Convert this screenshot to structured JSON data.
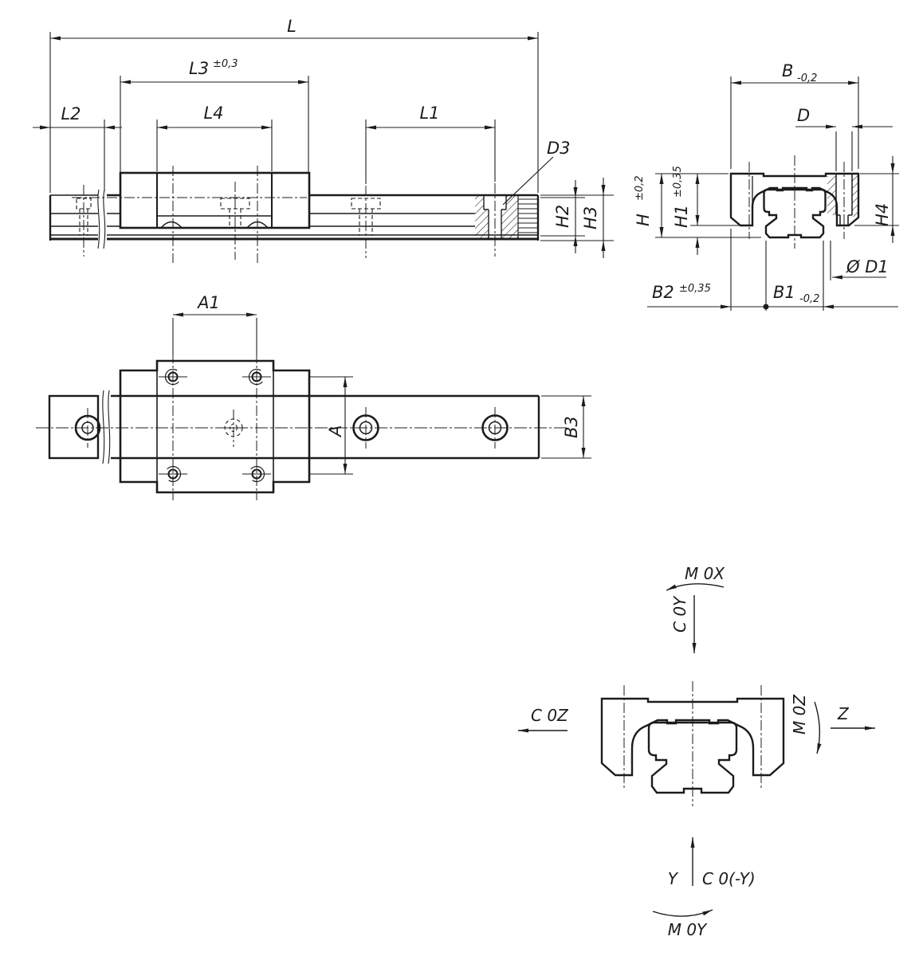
{
  "colors": {
    "ink": "#1c1c1c",
    "background": "#ffffff"
  },
  "side_view": {
    "L": "L",
    "L3": "L3",
    "L3_tol": "±0,3",
    "L2": "L2",
    "L4": "L4",
    "L1": "L1",
    "D3": "D3",
    "H2": "H2",
    "H3": "H3"
  },
  "top_view": {
    "A1": "A1",
    "A": "A",
    "B3": "B3"
  },
  "section_view": {
    "B": "B",
    "B_tol": "-0,2",
    "D": "D",
    "H": "H",
    "H_tol": "±0,2",
    "H1": "H1",
    "H1_tol": "±0,35",
    "H4": "H4",
    "D1": "Ø D1",
    "B2": "B2",
    "B2_tol": "±0,35",
    "B1": "B1",
    "B1_tol": "-0,2"
  },
  "load_diagram": {
    "moment_x": "M 0X",
    "cap_y": "C 0Y",
    "cap_z": "C 0Z",
    "moment_z": "M 0Z",
    "axis_z": "Z",
    "axis_y": "Y",
    "cap_neg_y": "C 0(-Y)",
    "moment_y": "M 0Y"
  }
}
